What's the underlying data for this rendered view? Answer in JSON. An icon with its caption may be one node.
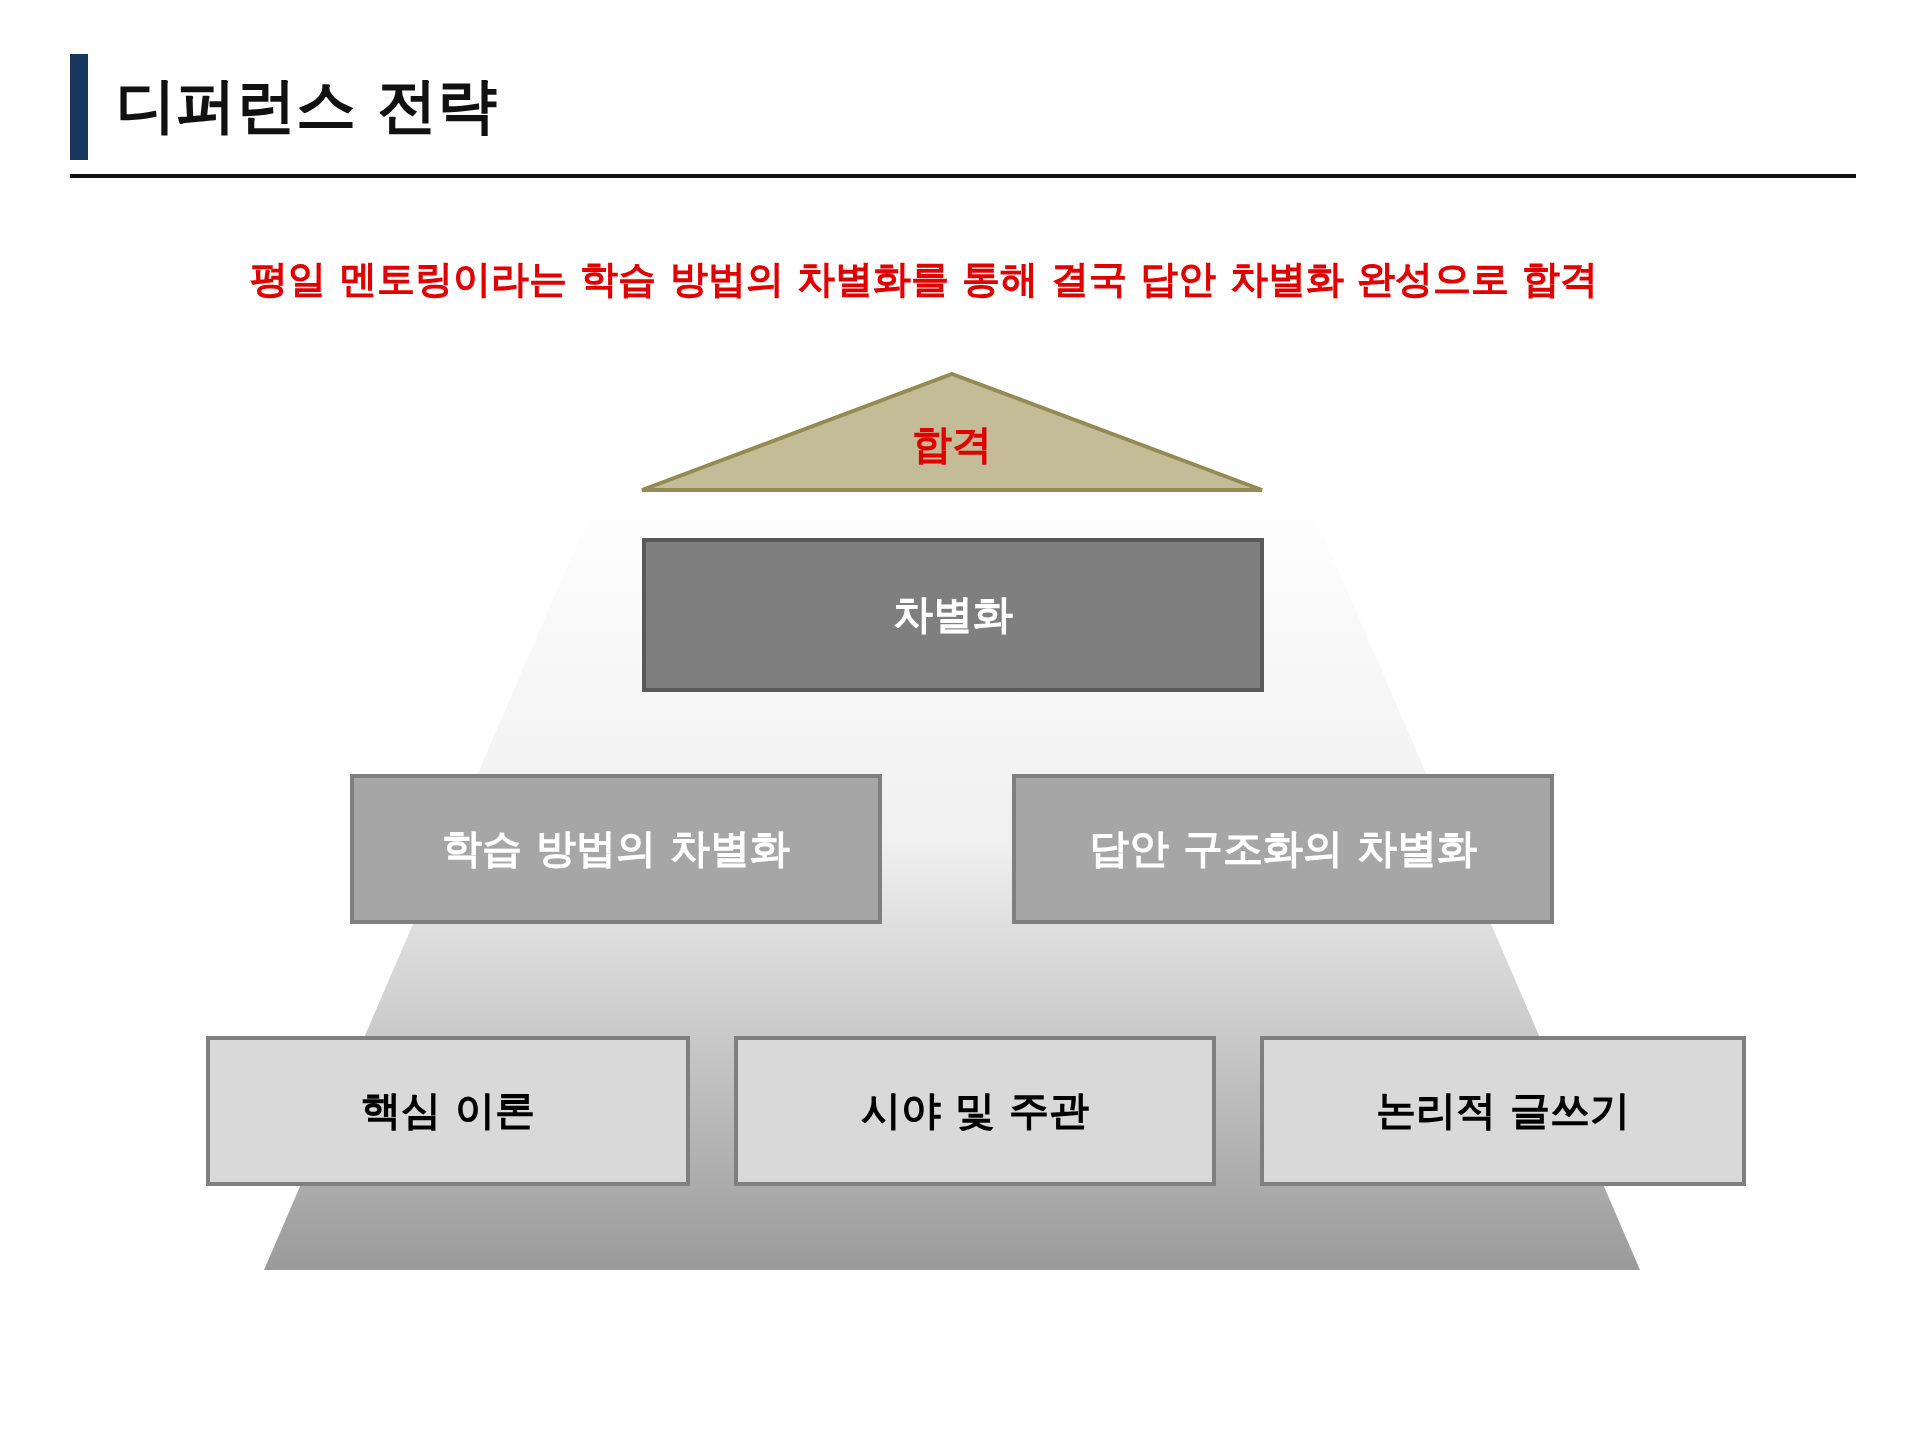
{
  "diagram": {
    "title": "디퍼런스 전략",
    "nodes": [
      {
        "text": [
          "합격"
        ]
      },
      {
        "text": [
          "차별화"
        ]
      },
      {
        "text": [
          "학습 방법의 차별화"
        ]
      },
      {
        "text": [
          "답안 구조화의 차별화"
        ]
      },
      {
        "text": [
          "핵심 이론"
        ]
      },
      {
        "text": [
          "시야 및 주관"
        ]
      },
      {
        "text": [
          "논리적 글쓰기"
        ]
      }
    ],
    "labels": [
      "평일 멘토링이라는 학습 방법의 차별화를 통해 결국 답안 차별화 완성으로 합격"
    ]
  }
}
